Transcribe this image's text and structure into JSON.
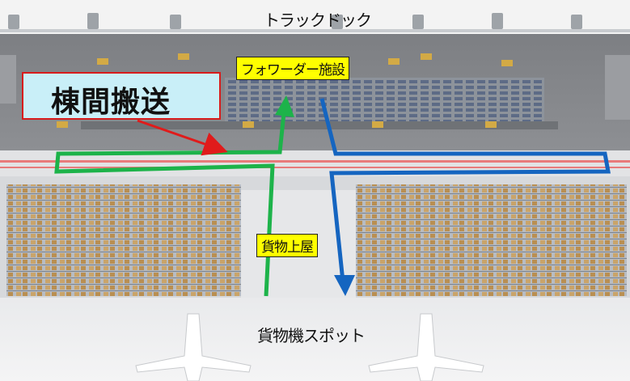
{
  "labels": {
    "truck_dock": "トラックドック",
    "forwarder_facility": "フォワーダー施設",
    "inter_building_transport": "棟間搬送",
    "cargo_terminal": "貨物上屋",
    "freighter_spot": "貨物機スポット"
  },
  "colors": {
    "callout_fill": "#c9eff8",
    "callout_border": "#d81c1c",
    "tag_fill": "#ffff00",
    "green_route": "#1db34a",
    "blue_route": "#1565c0",
    "red_pointer": "#e01b1b"
  },
  "icons": [
    "truck-icon",
    "aircraft-icon"
  ]
}
